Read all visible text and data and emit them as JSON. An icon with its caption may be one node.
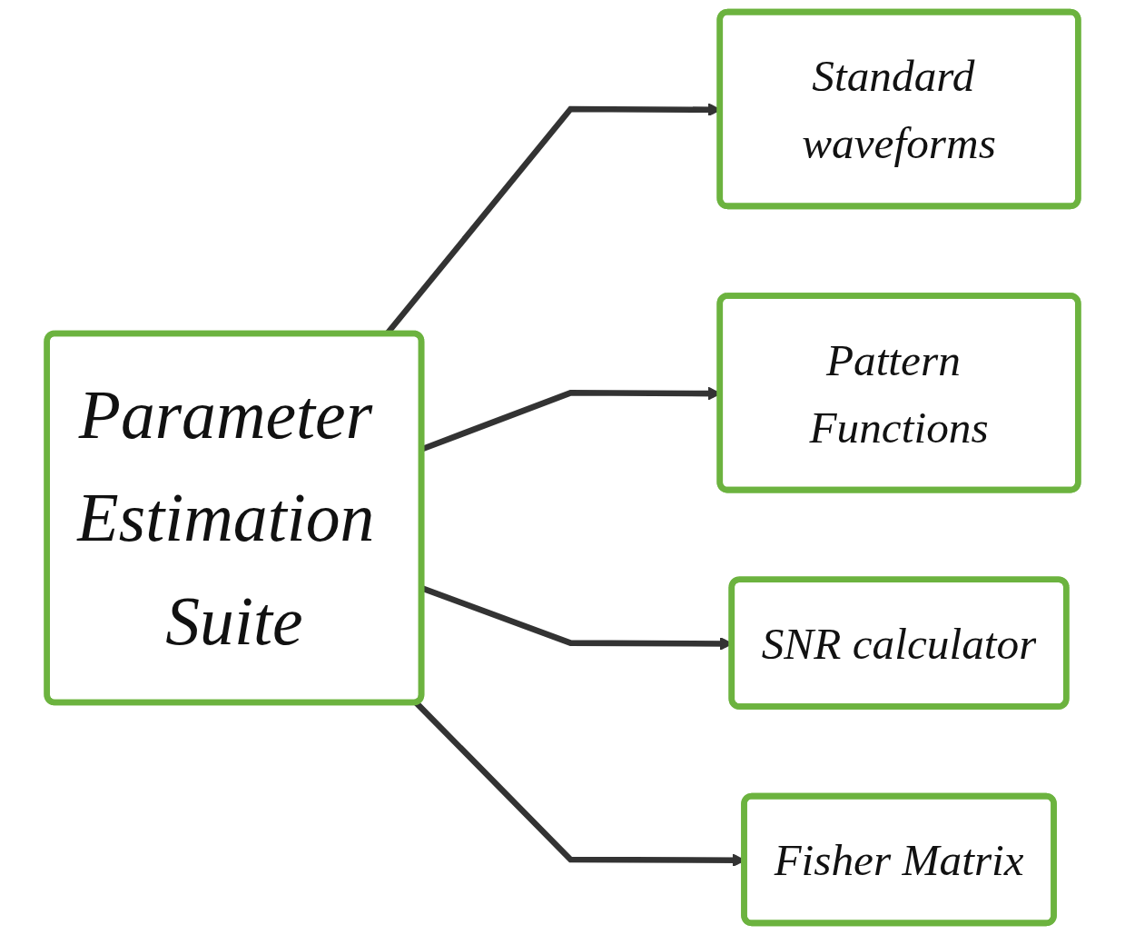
{
  "diagram": {
    "nodes": [
      {
        "text": [
          "Parameter Estimation Suite"
        ]
      },
      {
        "text": [
          "Standard waveforms"
        ]
      },
      {
        "text": [
          "Pattern Functions"
        ]
      },
      {
        "text": [
          "SNR calculator"
        ]
      },
      {
        "text": [
          "Fisher Matrix"
        ]
      }
    ],
    "edges": [
      {
        "from": 0,
        "to": 1,
        "arrow": "to"
      },
      {
        "from": 0,
        "to": 2,
        "arrow": "to"
      },
      {
        "from": 0,
        "to": 3,
        "arrow": "to"
      },
      {
        "from": 0,
        "to": 4,
        "arrow": "to"
      }
    ]
  }
}
